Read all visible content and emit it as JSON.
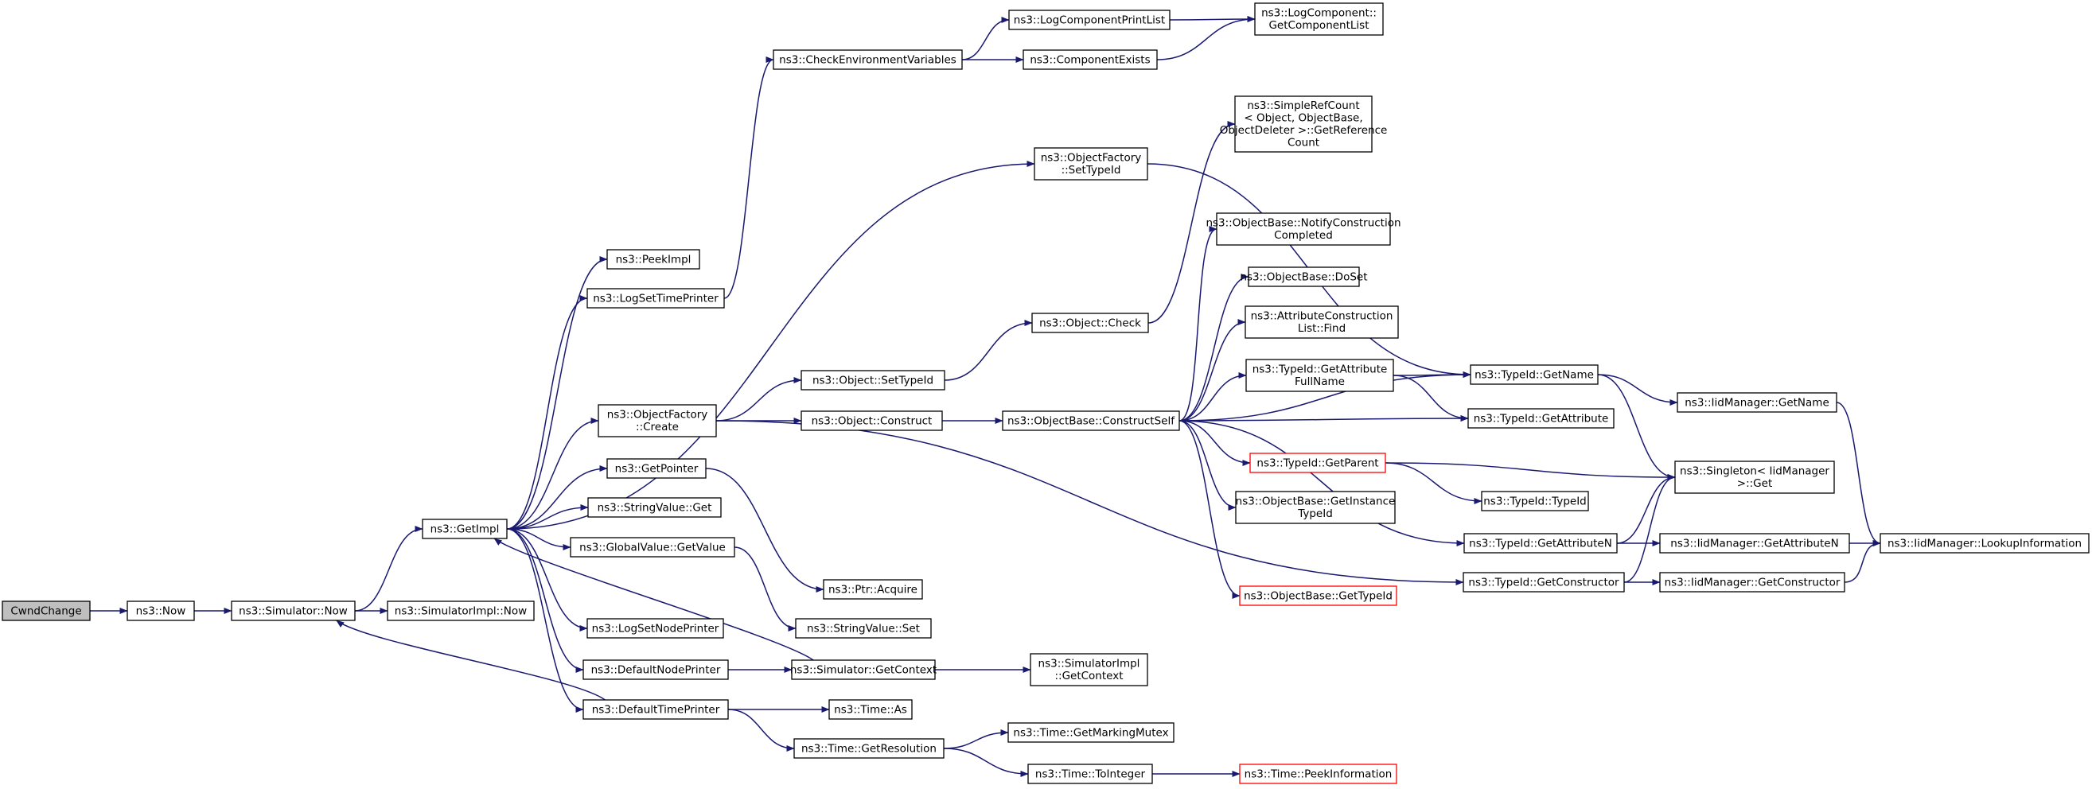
{
  "colors": {
    "edge": "#191970",
    "root_fill": "#bfbfbf",
    "node_border": "#000000",
    "truncated_border": "#ff0000",
    "background": "#ffffff"
  },
  "nodes": [
    {
      "id": "CwndChange",
      "lines": [
        "CwndChange"
      ],
      "root": true
    },
    {
      "id": "Now",
      "lines": [
        "ns3::Now"
      ]
    },
    {
      "id": "SimNow",
      "lines": [
        "ns3::Simulator::Now"
      ]
    },
    {
      "id": "SimImplNow",
      "lines": [
        "ns3::SimulatorImpl::Now"
      ]
    },
    {
      "id": "GetImpl",
      "lines": [
        "ns3::GetImpl"
      ]
    },
    {
      "id": "PeekImpl",
      "lines": [
        "ns3::PeekImpl"
      ]
    },
    {
      "id": "LogSetTimePrinter",
      "lines": [
        "ns3::LogSetTimePrinter"
      ]
    },
    {
      "id": "ObjectFactoryCreate",
      "lines": [
        "ns3::ObjectFactory",
        "::Create"
      ]
    },
    {
      "id": "GetPointer",
      "lines": [
        "ns3::GetPointer"
      ]
    },
    {
      "id": "StringValueGet",
      "lines": [
        "ns3::StringValue::Get"
      ]
    },
    {
      "id": "GlobalValueGetValue",
      "lines": [
        "ns3::GlobalValue::GetValue"
      ]
    },
    {
      "id": "LogSetNodePrinter",
      "lines": [
        "ns3::LogSetNodePrinter"
      ]
    },
    {
      "id": "DefaultNodePrinter",
      "lines": [
        "ns3::DefaultNodePrinter"
      ]
    },
    {
      "id": "DefaultTimePrinter",
      "lines": [
        "ns3::DefaultTimePrinter"
      ]
    },
    {
      "id": "CheckEnvVars",
      "lines": [
        "ns3::CheckEnvironmentVariables"
      ]
    },
    {
      "id": "LogComponentPrintList",
      "lines": [
        "ns3::LogComponentPrintList"
      ]
    },
    {
      "id": "ComponentExists",
      "lines": [
        "ns3::ComponentExists"
      ]
    },
    {
      "id": "GetComponentList",
      "lines": [
        "ns3::LogComponent::",
        "GetComponentList"
      ]
    },
    {
      "id": "ObjectFactorySetTypeId",
      "lines": [
        "ns3::ObjectFactory",
        "::SetTypeId"
      ]
    },
    {
      "id": "ObjectSetTypeId",
      "lines": [
        "ns3::Object::SetTypeId"
      ]
    },
    {
      "id": "ObjectConstruct",
      "lines": [
        "ns3::Object::Construct"
      ]
    },
    {
      "id": "ObjectCheck",
      "lines": [
        "ns3::Object::Check"
      ]
    },
    {
      "id": "PtrAcquire",
      "lines": [
        "ns3::Ptr::Acquire"
      ]
    },
    {
      "id": "StringValueSet",
      "lines": [
        "ns3::StringValue::Set"
      ]
    },
    {
      "id": "SimGetContext",
      "lines": [
        "ns3::Simulator::GetContext"
      ]
    },
    {
      "id": "SimImplGetContext",
      "lines": [
        "ns3::SimulatorImpl",
        "::GetContext"
      ]
    },
    {
      "id": "TimeAs",
      "lines": [
        "ns3::Time::As"
      ]
    },
    {
      "id": "TimeGetResolution",
      "lines": [
        "ns3::Time::GetResolution"
      ]
    },
    {
      "id": "TimeGetMarkingMutex",
      "lines": [
        "ns3::Time::GetMarkingMutex"
      ]
    },
    {
      "id": "TimeToInteger",
      "lines": [
        "ns3::Time::ToInteger"
      ]
    },
    {
      "id": "TimePeekInformation",
      "lines": [
        "ns3::Time::PeekInformation"
      ],
      "truncated": true
    },
    {
      "id": "ConstructSelf",
      "lines": [
        "ns3::ObjectBase::ConstructSelf"
      ]
    },
    {
      "id": "SimpleRefCount",
      "lines": [
        "ns3::SimpleRefCount",
        "< Object, ObjectBase,",
        "ObjectDeleter >::GetReference",
        "Count"
      ]
    },
    {
      "id": "NotifyConstructionCompleted",
      "lines": [
        "ns3::ObjectBase::NotifyConstruction",
        "Completed"
      ]
    },
    {
      "id": "DoSet",
      "lines": [
        "ns3::ObjectBase::DoSet"
      ]
    },
    {
      "id": "AttrConstructionListFind",
      "lines": [
        "ns3::AttributeConstruction",
        "List::Find"
      ]
    },
    {
      "id": "GetAttributeFullName",
      "lines": [
        "ns3::TypeId::GetAttribute",
        "FullName"
      ]
    },
    {
      "id": "TypeIdGetParent",
      "lines": [
        "ns3::TypeId::GetParent"
      ],
      "truncated": true
    },
    {
      "id": "GetInstanceTypeId",
      "lines": [
        "ns3::ObjectBase::GetInstance",
        "TypeId"
      ]
    },
    {
      "id": "ObjectBaseGetTypeId",
      "lines": [
        "ns3::ObjectBase::GetTypeId"
      ],
      "truncated": true
    },
    {
      "id": "TypeIdGetName",
      "lines": [
        "ns3::TypeId::GetName"
      ]
    },
    {
      "id": "TypeIdGetAttribute",
      "lines": [
        "ns3::TypeId::GetAttribute"
      ]
    },
    {
      "id": "TypeIdTypeId",
      "lines": [
        "ns3::TypeId::TypeId"
      ]
    },
    {
      "id": "TypeIdGetAttributeN",
      "lines": [
        "ns3::TypeId::GetAttributeN"
      ]
    },
    {
      "id": "TypeIdGetConstructor",
      "lines": [
        "ns3::TypeId::GetConstructor"
      ]
    },
    {
      "id": "IidGetName",
      "lines": [
        "ns3::IidManager::GetName"
      ]
    },
    {
      "id": "SingletonGet",
      "lines": [
        "ns3::Singleton< IidManager",
        " >::Get"
      ]
    },
    {
      "id": "IidGetAttributeN",
      "lines": [
        "ns3::IidManager::GetAttributeN"
      ]
    },
    {
      "id": "IidGetConstructor",
      "lines": [
        "ns3::IidManager::GetConstructor"
      ]
    },
    {
      "id": "IidLookupInformation",
      "lines": [
        "ns3::IidManager::LookupInformation"
      ]
    }
  ],
  "edges": [
    [
      "CwndChange",
      "Now"
    ],
    [
      "Now",
      "SimNow"
    ],
    [
      "SimNow",
      "SimImplNow"
    ],
    [
      "SimNow",
      "GetImpl"
    ],
    [
      "GetImpl",
      "PeekImpl"
    ],
    [
      "GetImpl",
      "LogSetTimePrinter"
    ],
    [
      "GetImpl",
      "ObjectFactorySetTypeId"
    ],
    [
      "GetImpl",
      "ObjectFactoryCreate"
    ],
    [
      "GetImpl",
      "GetPointer"
    ],
    [
      "GetImpl",
      "StringValueGet"
    ],
    [
      "GetImpl",
      "GlobalValueGetValue"
    ],
    [
      "GetImpl",
      "LogSetNodePrinter"
    ],
    [
      "GetImpl",
      "DefaultNodePrinter"
    ],
    [
      "GetImpl",
      "DefaultTimePrinter"
    ],
    [
      "LogSetTimePrinter",
      "CheckEnvVars"
    ],
    [
      "CheckEnvVars",
      "LogComponentPrintList"
    ],
    [
      "CheckEnvVars",
      "ComponentExists"
    ],
    [
      "LogComponentPrintList",
      "GetComponentList"
    ],
    [
      "ComponentExists",
      "GetComponentList"
    ],
    [
      "ObjectFactoryCreate",
      "ObjectSetTypeId"
    ],
    [
      "ObjectFactoryCreate",
      "ObjectConstruct"
    ],
    [
      "ObjectFactoryCreate",
      "TypeIdGetConstructor"
    ],
    [
      "ObjectSetTypeId",
      "ObjectCheck"
    ],
    [
      "ObjectConstruct",
      "ConstructSelf"
    ],
    [
      "ObjectCheck",
      "SimpleRefCount"
    ],
    [
      "ObjectFactorySetTypeId",
      "TypeIdGetName"
    ],
    [
      "GetPointer",
      "PtrAcquire"
    ],
    [
      "GlobalValueGetValue",
      "StringValueSet"
    ],
    [
      "DefaultNodePrinter",
      "SimGetContext"
    ],
    [
      "SimGetContext",
      "GetImpl"
    ],
    [
      "SimGetContext",
      "SimImplGetContext"
    ],
    [
      "DefaultTimePrinter",
      "SimNow"
    ],
    [
      "DefaultTimePrinter",
      "TimeAs"
    ],
    [
      "DefaultTimePrinter",
      "TimeGetResolution"
    ],
    [
      "TimeGetResolution",
      "TimeGetMarkingMutex"
    ],
    [
      "TimeGetResolution",
      "TimeToInteger"
    ],
    [
      "TimeToInteger",
      "TimePeekInformation"
    ],
    [
      "ConstructSelf",
      "NotifyConstructionCompleted"
    ],
    [
      "ConstructSelf",
      "DoSet"
    ],
    [
      "ConstructSelf",
      "AttrConstructionListFind"
    ],
    [
      "ConstructSelf",
      "GetAttributeFullName"
    ],
    [
      "ConstructSelf",
      "TypeIdGetAttribute"
    ],
    [
      "ConstructSelf",
      "TypeIdGetParent"
    ],
    [
      "ConstructSelf",
      "GetInstanceTypeId"
    ],
    [
      "ConstructSelf",
      "ObjectBaseGetTypeId"
    ],
    [
      "ConstructSelf",
      "TypeIdGetAttributeN"
    ],
    [
      "ConstructSelf",
      "TypeIdGetName"
    ],
    [
      "GetAttributeFullName",
      "TypeIdGetName"
    ],
    [
      "GetAttributeFullName",
      "TypeIdGetAttribute"
    ],
    [
      "TypeIdGetParent",
      "SingletonGet"
    ],
    [
      "TypeIdGetParent",
      "TypeIdTypeId"
    ],
    [
      "TypeIdGetName",
      "IidGetName"
    ],
    [
      "TypeIdGetName",
      "SingletonGet"
    ],
    [
      "TypeIdGetAttributeN",
      "SingletonGet"
    ],
    [
      "TypeIdGetAttributeN",
      "IidGetAttributeN"
    ],
    [
      "TypeIdGetConstructor",
      "SingletonGet"
    ],
    [
      "TypeIdGetConstructor",
      "IidGetConstructor"
    ],
    [
      "IidGetName",
      "IidLookupInformation"
    ],
    [
      "IidGetAttributeN",
      "IidLookupInformation"
    ],
    [
      "IidGetConstructor",
      "IidLookupInformation"
    ]
  ]
}
